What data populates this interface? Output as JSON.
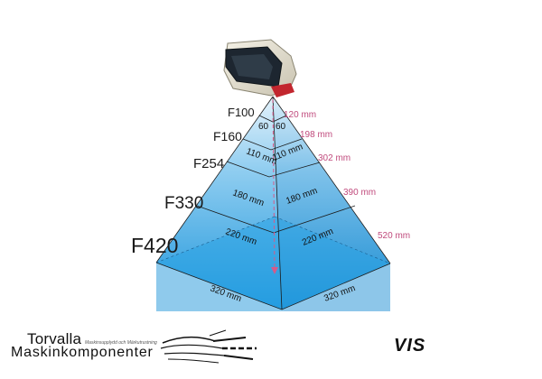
{
  "lenses": [
    {
      "name": "F100",
      "top_dim": "120 mm",
      "angle_left": "60",
      "angle_right": "60"
    },
    {
      "name": "F160",
      "side_dim": "198 mm",
      "edge_left": "110 mm",
      "edge_right": "110 mm"
    },
    {
      "name": "F254",
      "side_dim": "302 mm"
    },
    {
      "name": "F330",
      "side_dim": "390 mm",
      "edge_left": "180 mm",
      "edge_right": "180 mm"
    },
    {
      "name": "F420",
      "side_dim": "520 mm",
      "edge_left": "220 mm",
      "edge_right": "220 mm"
    }
  ],
  "base": {
    "edge_left": "320 mm",
    "edge_right": "320 mm"
  },
  "brand": {
    "line1": "Torvalla",
    "line2": "Maskinkomponenter",
    "tagline": "Maskinsupplydd och Märkutrustning"
  },
  "product": "VIS",
  "colors": {
    "pyramid_top": "#d6ecf8",
    "pyramid_base": "#1e9be0",
    "dim_text": "#c04a7c"
  }
}
